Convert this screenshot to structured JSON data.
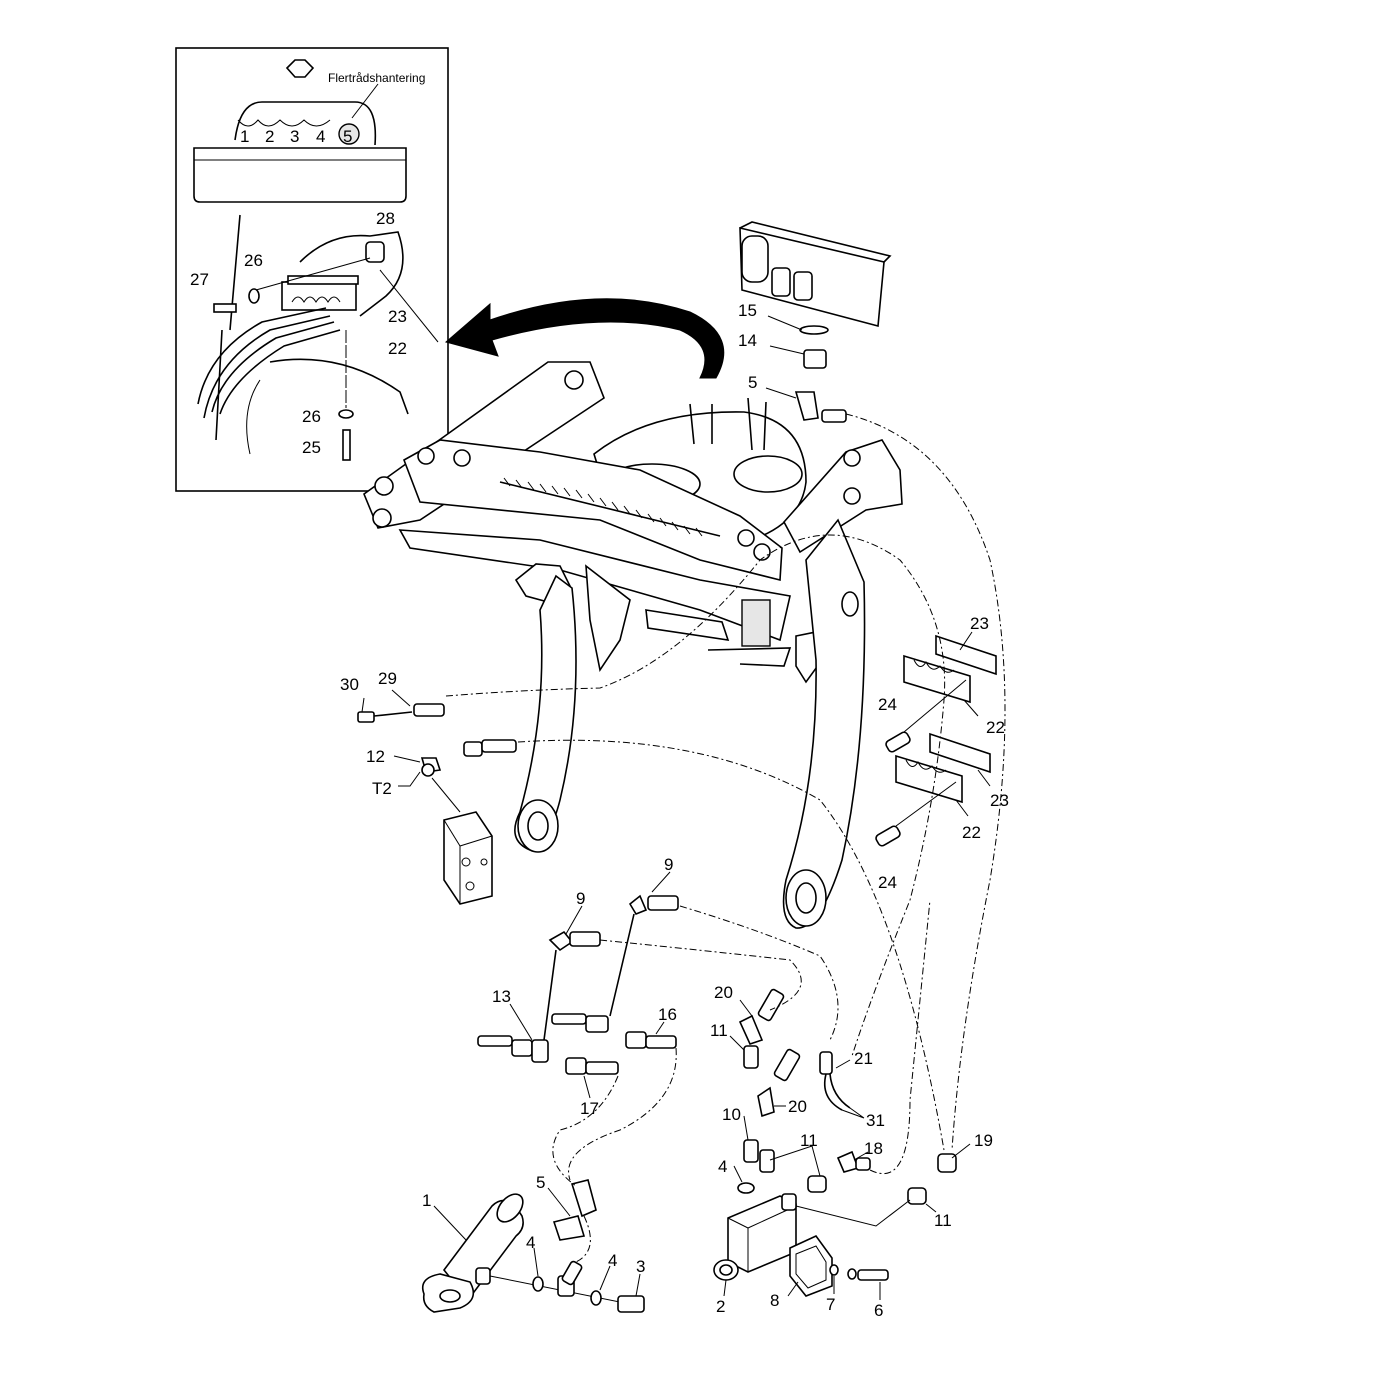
{
  "inset": {
    "mode_label": "Flertrådshantering",
    "positions": [
      "1",
      "2",
      "3",
      "4",
      "5"
    ]
  },
  "callouts": {
    "c28": "28",
    "c26a": "26",
    "c27": "27",
    "c23a": "23",
    "c22a": "22",
    "c26b": "26",
    "c25": "25",
    "c15": "15",
    "c14": "14",
    "c5a": "5",
    "c23b": "23",
    "c22b": "22",
    "c24a": "24",
    "c23c": "23",
    "c22c": "22",
    "c24b": "24",
    "c30": "30",
    "c29": "29",
    "c12": "12",
    "cT2": "T2",
    "c9a": "9",
    "c9b": "9",
    "c13": "13",
    "c16": "16",
    "c17": "17",
    "c20a": "20",
    "c11a": "11",
    "c10": "10",
    "c20b": "20",
    "c21": "21",
    "c31": "31",
    "c4a": "4",
    "c11b": "11",
    "c18": "18",
    "c19": "19",
    "c11c": "11",
    "c1": "1",
    "c5b": "5",
    "c4b": "4",
    "c4c": "4",
    "c3": "3",
    "c2": "2",
    "c8": "8",
    "c7": "7",
    "c6": "6"
  }
}
